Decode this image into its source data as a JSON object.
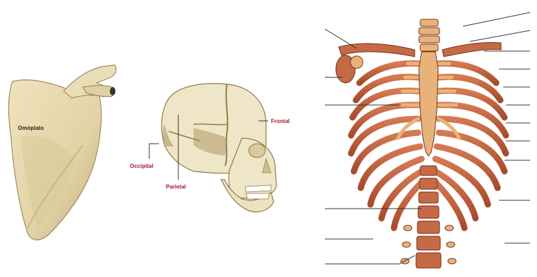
{
  "figures": {
    "scapula": {
      "label": "Omóplato"
    },
    "skull": {
      "labels": {
        "frontal": "Frontal",
        "occipital": "Occipital",
        "parietal": "Parietal"
      }
    },
    "thorax": {
      "leader_line_count": 17
    }
  },
  "colors": {
    "bone": "#e6d9b4",
    "bone_shadow": "#b8a677",
    "skull_bone": "#efe6c8",
    "skull_suture": "#8f7a45",
    "rib": "#c4643f",
    "rib_dark": "#7a2f1c",
    "cartilage": "#e8b37a",
    "label_red": "#a3182b",
    "leader": "#333333"
  }
}
